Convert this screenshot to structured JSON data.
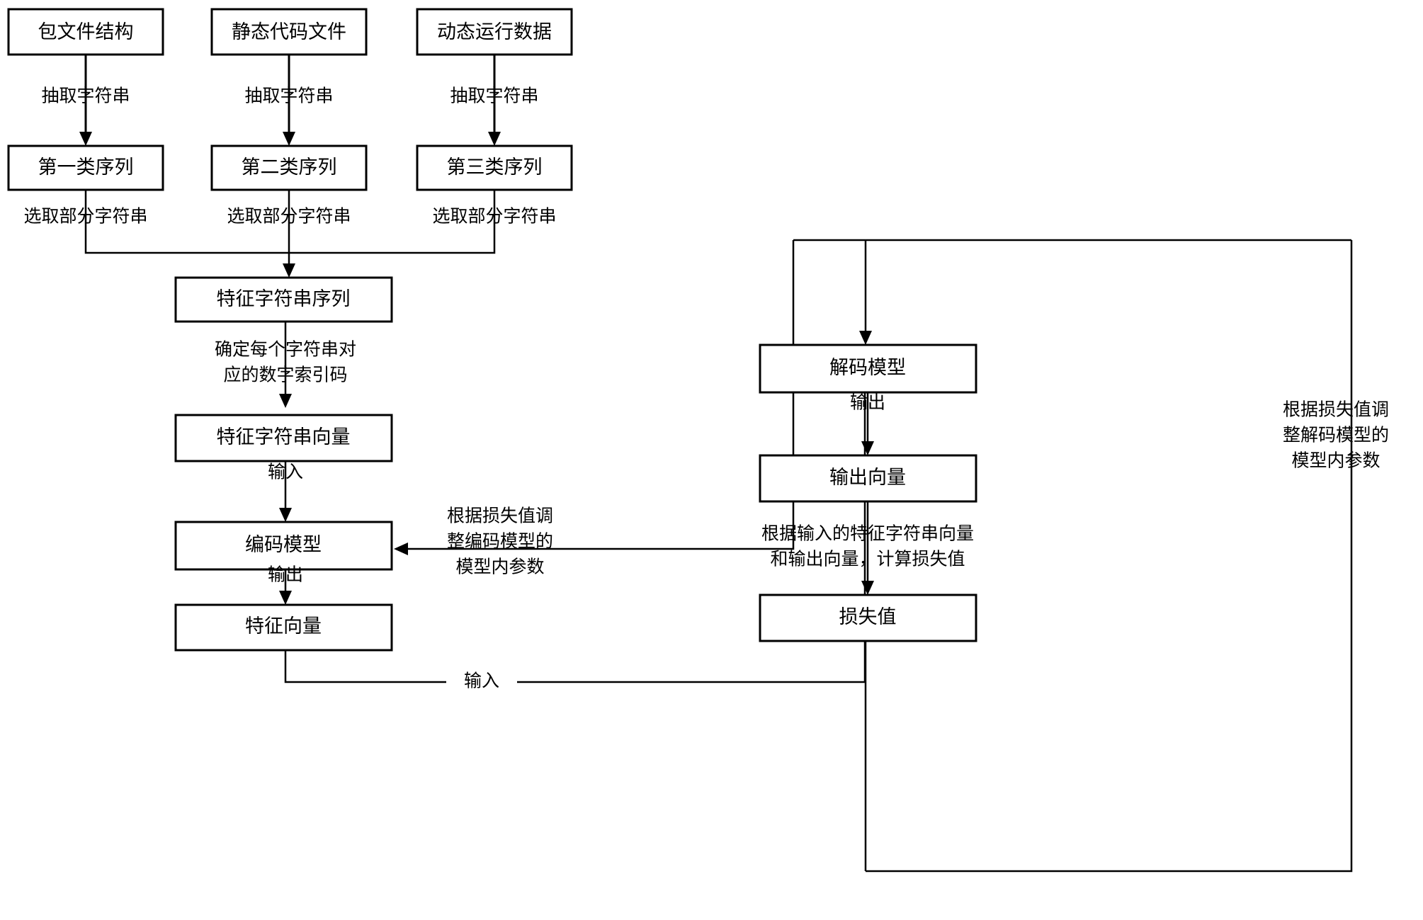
{
  "diagram": {
    "title": "特征字符串编解码模型训练流程图",
    "stroke_color": "#000000",
    "background_color": "#ffffff",
    "nodes": [
      {
        "id": "pkg_struct",
        "label": "包文件结构"
      },
      {
        "id": "static_code",
        "label": "静态代码文件"
      },
      {
        "id": "dynamic_data",
        "label": "动态运行数据"
      },
      {
        "id": "seq_1",
        "label": "第一类序列"
      },
      {
        "id": "seq_2",
        "label": "第二类序列"
      },
      {
        "id": "seq_3",
        "label": "第三类序列"
      },
      {
        "id": "feat_str_seq",
        "label": "特征字符串序列"
      },
      {
        "id": "feat_str_vec",
        "label": "特征字符串向量"
      },
      {
        "id": "encoder",
        "label": "编码模型"
      },
      {
        "id": "feat_vec",
        "label": "特征向量"
      },
      {
        "id": "decoder",
        "label": "解码模型"
      },
      {
        "id": "out_vec",
        "label": "输出向量"
      },
      {
        "id": "loss_val",
        "label": "损失值"
      }
    ],
    "edge_labels": {
      "extract_1": "抽取字符串",
      "extract_2": "抽取字符串",
      "extract_3": "抽取字符串",
      "select_1": "选取部分字符串",
      "select_2": "选取部分字符串",
      "select_3": "选取部分字符串",
      "index_code_line1": "确定每个字符串对",
      "index_code_line2": "应的数字索引码",
      "encoder_input": "输入",
      "encoder_output": "输出",
      "decoder_output": "输出",
      "feat_vec_input": "输入",
      "encoder_adjust_line1": "根据损失值调",
      "encoder_adjust_line2": "整编码模型的",
      "encoder_adjust_line3": "模型内参数",
      "decoder_adjust_line1": "根据损失值调",
      "decoder_adjust_line2": "整解码模型的",
      "decoder_adjust_line3": "模型内参数",
      "loss_calc_line1": "根据输入的特征字符串向量",
      "loss_calc_line2": "和输出向量，计算损失值"
    }
  }
}
